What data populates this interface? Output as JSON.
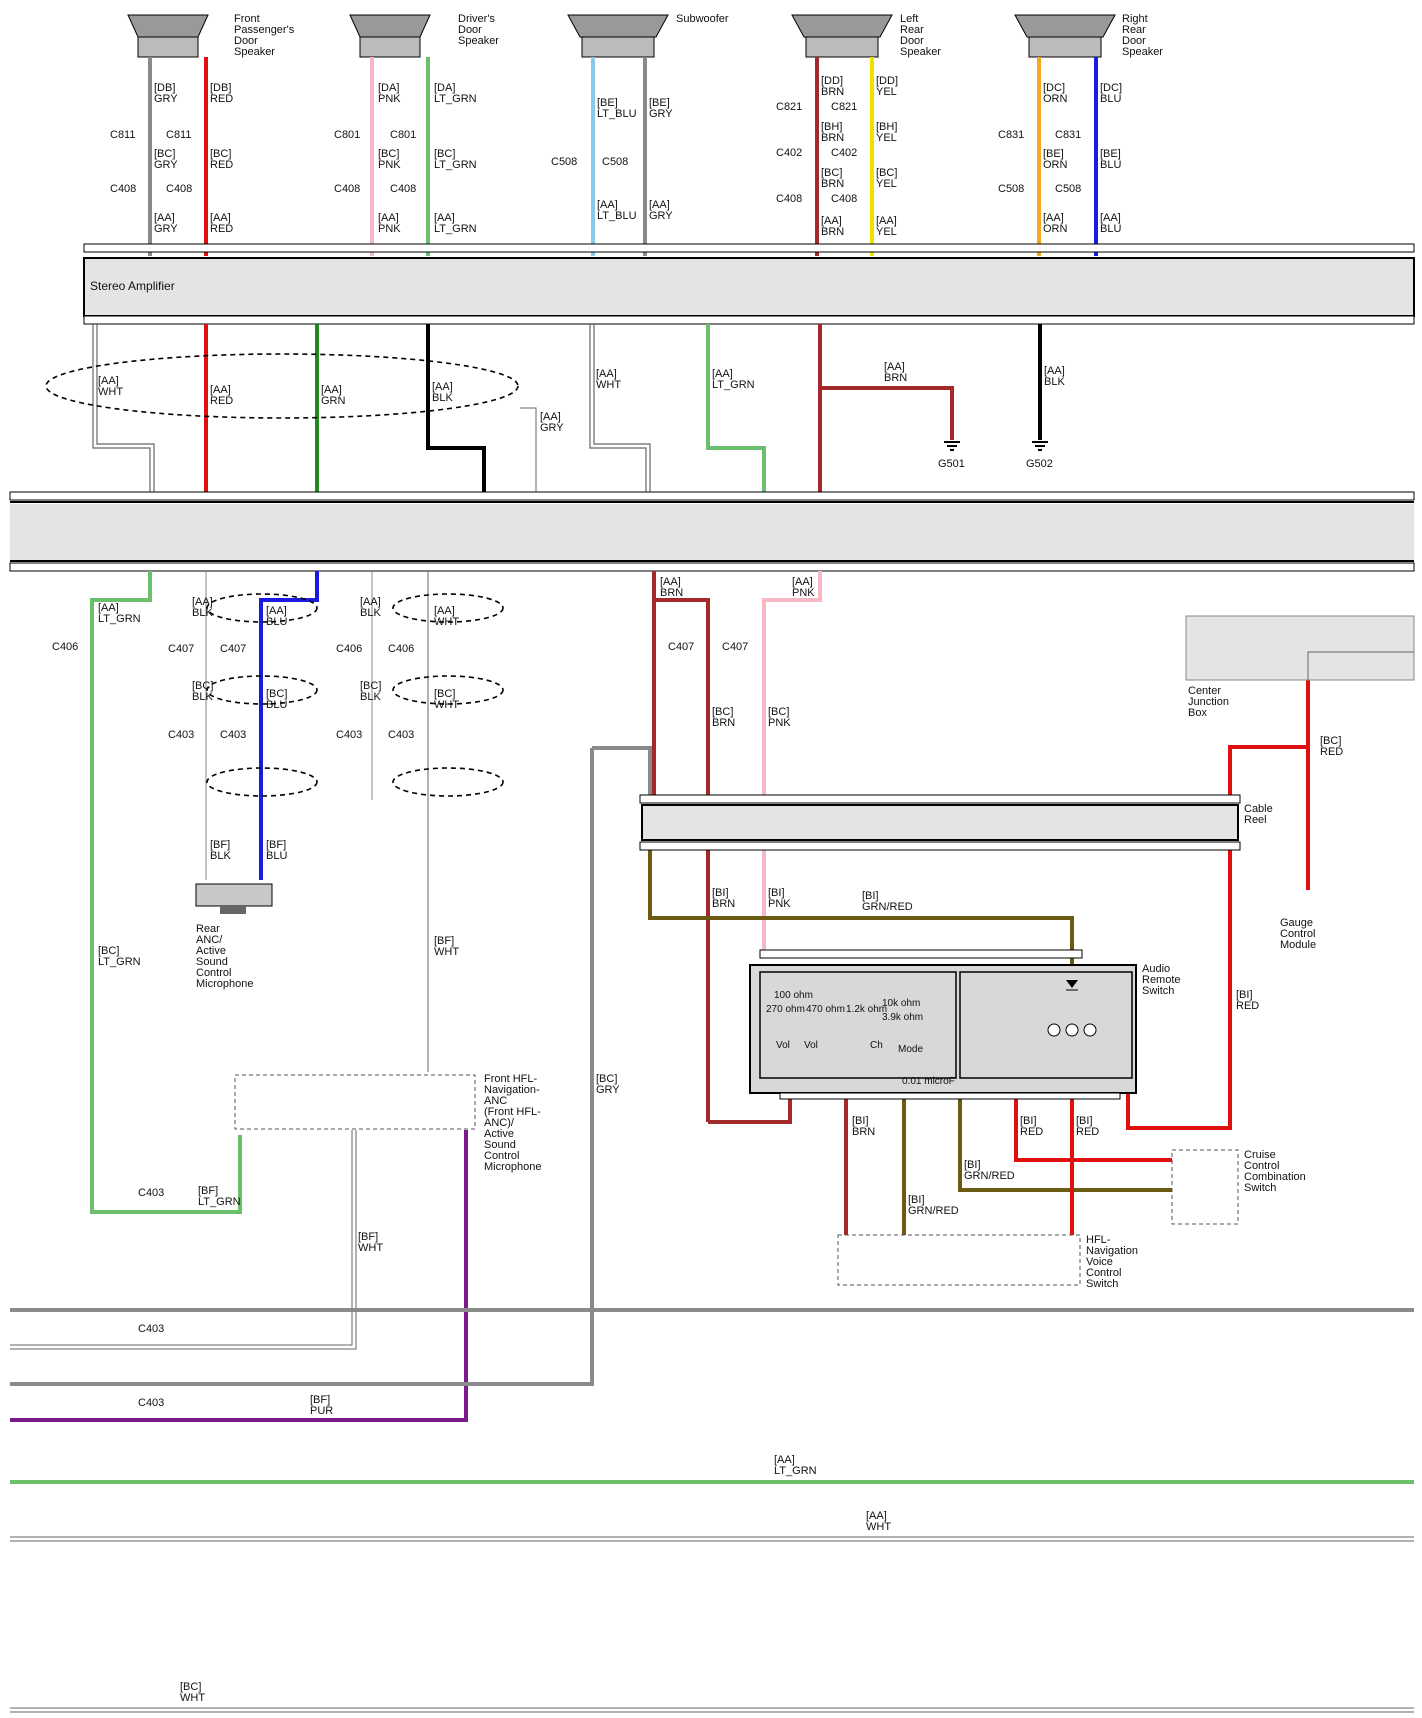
{
  "speakers": {
    "front_passenger": "Front\nPassenger's\nDoor\nSpeaker",
    "driver": "Driver's\nDoor\nSpeaker",
    "subwoofer": "Subwoofer",
    "left_rear": "Left\nRear\nDoor\nSpeaker",
    "right_rear": "Right\nRear\nDoor\nSpeaker"
  },
  "modules": {
    "stereo_amplifier": "Stereo Amplifier",
    "center_junction_box": "Center\nJunction\nBox",
    "cable_reel": "Cable\nReel",
    "audio_remote_switch": "Audio\nRemote\nSwitch",
    "gauge_control_module": "Gauge\nControl\nModule",
    "cruise_control_switch": "Cruise\nControl\nCombination\nSwitch",
    "hfl_voice_switch": "HFL-\nNavigation\nVoice\nControl\nSwitch",
    "rear_anc_mic": "Rear\nANC/\nActive\nSound\nControl\nMicrophone",
    "front_hfl_mic": "Front HFL-\nNavigation-\nANC\n(Front HFL-\nANC)/\nActive\nSound\nControl\nMicrophone"
  },
  "grounds": [
    "G501",
    "G502"
  ],
  "wire_labels": {
    "db_gry": "[DB]\nGRY",
    "db_red": "[DB]\nRED",
    "bc_gry": "[BC]\nGRY",
    "bc_red": "[BC]\nRED",
    "aa_gry": "[AA]\nGRY",
    "aa_red": "[AA]\nRED",
    "da_pnk": "[DA]\nPNK",
    "da_ltgrn": "[DA]\nLT_GRN",
    "bc_pnk": "[BC]\nPNK",
    "bc_ltgrn": "[BC]\nLT_GRN",
    "aa_pnk": "[AA]\nPNK",
    "aa_ltgrn": "[AA]\nLT_GRN",
    "be_ltblu": "[BE]\nLT_BLU",
    "be_gry": "[BE]\nGRY",
    "aa_ltblu": "[AA]\nLT_BLU",
    "aa_gry2": "[AA]\nGRY",
    "dd_brn": "[DD]\nBRN",
    "dd_yel": "[DD]\nYEL",
    "bh_brn": "[BH]\nBRN",
    "bh_yel": "[BH]\nYEL",
    "bc_brn": "[BC]\nBRN",
    "bc_yel": "[BC]\nYEL",
    "aa_brn": "[AA]\nBRN",
    "aa_yel": "[AA]\nYEL",
    "dc_orn": "[DC]\nORN",
    "dc_blu": "[DC]\nBLU",
    "be_orn": "[BE]\nORN",
    "be_blu": "[BE]\nBLU",
    "aa_orn": "[AA]\nORN",
    "aa_blu": "[AA]\nBLU",
    "aa_wht": "[AA]\nWHT",
    "aa_red2": "[AA]\nRED",
    "aa_grn": "[AA]\nGRN",
    "aa_blk": "[AA]\nBLK",
    "aa_gry3": "[AA]\nGRY",
    "aa_wht2": "[AA]\nWHT",
    "aa_ltgrn2": "[AA]\nLT_GRN",
    "aa_brn2": "[AA]\nBRN",
    "aa_blk2": "[AA]\nBLK",
    "aa_ltgrn3": "[AA]\nLT_GRN",
    "aa_blk3": "[AA]\nBLK",
    "aa_blu3": "[AA]\nBLU",
    "aa_blk4": "[AA]\nBLK",
    "aa_wht3": "[AA]\nWHT",
    "bc_blk": "[BC]\nBLK",
    "bc_blu": "[BC]\nBLU",
    "bc_blk2": "[BC]\nBLK",
    "bc_wht": "[BC]\nWHT",
    "bf_blk": "[BF]\nBLK",
    "bf_blu": "[BF]\nBLU",
    "bf_wht": "[BF]\nWHT",
    "bf_ltgrn": "[BF]\nLT_GRN",
    "bf_wht2": "[BF]\nWHT",
    "bf_pur": "[BF]\nPUR",
    "bc_gry4": "[BC]\nGRY",
    "aa_brn3": "[AA]\nBRN",
    "aa_pnk3": "[AA]\nPNK",
    "bc_brn4": "[BC]\nBRN",
    "bc_pnk4": "[BC]\nPNK",
    "bi_brn": "[BI]\nBRN",
    "bi_pnk": "[BI]\nPNK",
    "bi_grnred": "[BI]\nGRN/RED",
    "bc_red4": "[BC]\nRED",
    "bi_red": "[BI]\nRED",
    "bi_brn2": "[BI]\nBRN",
    "bi_grnred2": "[BI]\nGRN/RED",
    "bi_red2": "[BI]\nRED",
    "bi_red3": "[BI]\nRED",
    "bi_grnred3": "[BI]\nGRN/RED",
    "aa_ltgrn_bus": "[AA]\nLT_GRN",
    "aa_wht_bus": "[AA]\nWHT",
    "bc_wht_bus": "[BC]\nWHT"
  },
  "connectors": {
    "c811": "C811",
    "c408": "C408",
    "c801": "C801",
    "c508": "C508",
    "c821": "C821",
    "c402": "C402",
    "c831": "C831",
    "c406": "C406",
    "c407": "C407",
    "c403": "C403"
  },
  "switch_internals": {
    "r100": "100 ohm",
    "r270": "270 ohm",
    "r470": "470 ohm",
    "r1_2k": "1.2k ohm",
    "r10k": "10k ohm",
    "r3_9k": "3.9k ohm",
    "cap": "0.01 microF",
    "vol_up": "Vol",
    "vol_dn": "Vol",
    "ch": "Ch",
    "mode": "Mode"
  },
  "colors": {
    "gry": "#8a8a8a",
    "red": "#e01010",
    "pnk": "#f7b8c6",
    "ltgrn": "#6cc06c",
    "ltblu": "#8cc8ea",
    "brn": "#a32a2a",
    "yel": "#f0e000",
    "orn": "#f5a623",
    "blu": "#1a1ae0",
    "grn": "#1f8a1f",
    "blk": "#000000",
    "wht": "#ffffff",
    "pur": "#7a1a8a",
    "grnred": "#6b5a12"
  }
}
